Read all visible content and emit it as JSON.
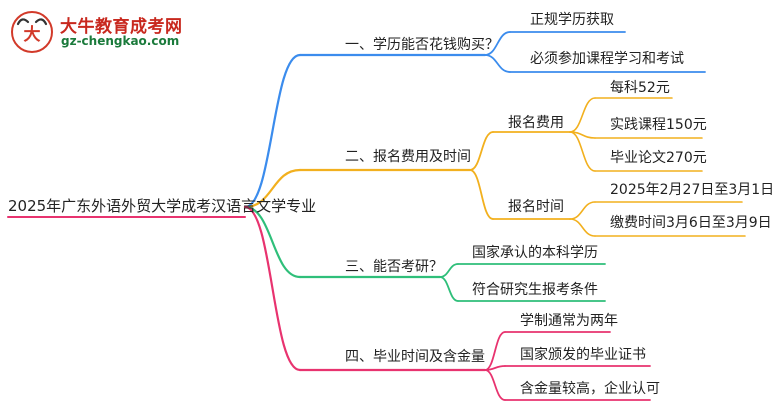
{
  "logo": {
    "icon": "ox-head-logo",
    "title": "大牛教育成考网",
    "url": "gz-chengkao.com"
  },
  "root": "2025年广东外语外贸大学成考汉语言文学专业",
  "branches": [
    {
      "label": "一、学历能否花钱购买？",
      "color": "#3b8ced",
      "children": [
        {
          "label": "正规学历获取"
        },
        {
          "label": "必须参加课程学习和考试"
        }
      ]
    },
    {
      "label": "二、报名费用及时间",
      "color": "#f2b01e",
      "children": [
        {
          "label": "报名费用",
          "children": [
            {
              "label": "每科52元"
            },
            {
              "label": "实践课程150元"
            },
            {
              "label": "毕业论文270元"
            }
          ]
        },
        {
          "label": "报名时间",
          "children": [
            {
              "label": "2025年2月27日至3月1日"
            },
            {
              "label": "缴费时间3月6日至3月9日"
            }
          ]
        }
      ]
    },
    {
      "label": "三、能否考研？",
      "color": "#2fbf7a",
      "children": [
        {
          "label": "国家承认的本科学历"
        },
        {
          "label": "符合研究生报考条件"
        }
      ]
    },
    {
      "label": "四、毕业时间及含金量",
      "color": "#e8336f",
      "children": [
        {
          "label": "学制通常为两年"
        },
        {
          "label": "国家颁发的毕业证书"
        },
        {
          "label": "含金量较高，企业认可"
        }
      ]
    }
  ]
}
